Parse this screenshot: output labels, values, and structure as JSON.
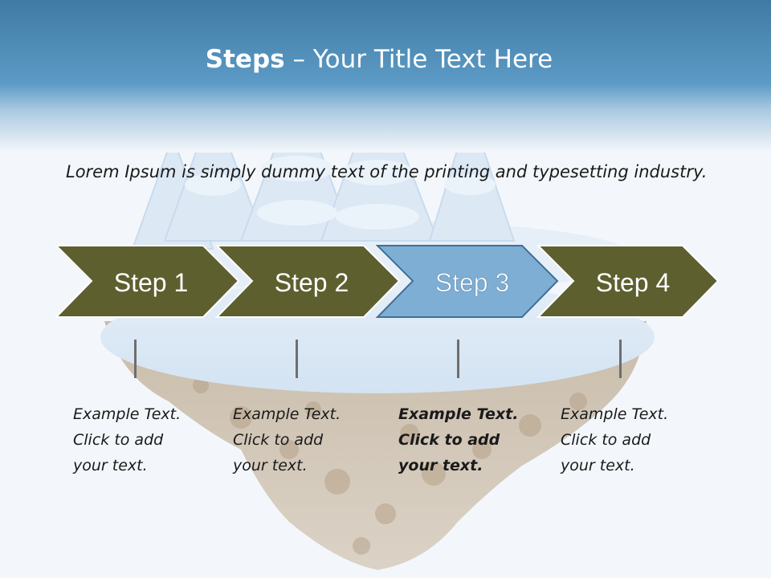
{
  "title": {
    "bold": "Steps",
    "rest": " – Your Title Text Here"
  },
  "intro": "Lorem Ipsum is simply dummy text of the printing and typesetting industry.",
  "colors": {
    "olive": "#5d5f2e",
    "blue": "#7eaed3",
    "title_bar": "#5c9bc6"
  },
  "steps": [
    {
      "label": "Step 1",
      "text": "Example Text.\nClick  to add\nyour text."
    },
    {
      "label": "Step 2",
      "text": "Example Text.\nClick  to add\nyour text."
    },
    {
      "label": "Step 3",
      "text": "Example Text.\nClick  to add\nyour text."
    },
    {
      "label": "Step 4",
      "text": "Example Text.\nClick  to add\nyour text."
    }
  ],
  "active_step": 3
}
